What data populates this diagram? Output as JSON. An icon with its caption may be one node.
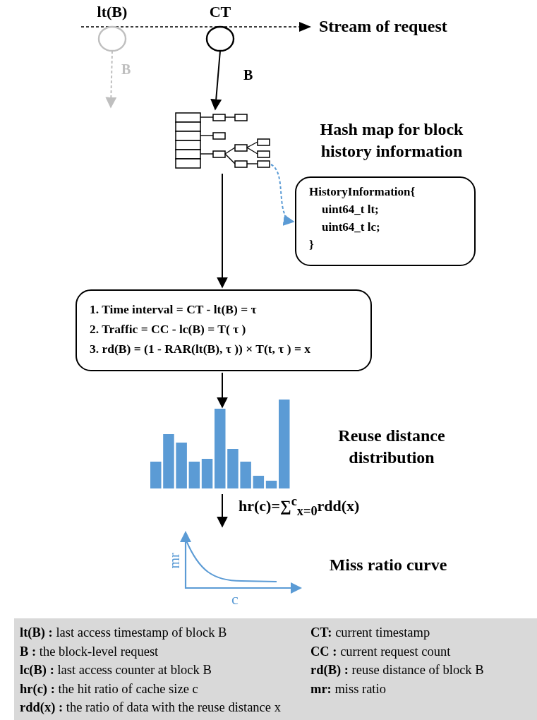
{
  "diagram": {
    "nodes": [
      {
        "text": [
          "lt(B)"
        ]
      },
      {
        "text": [
          "CT"
        ]
      },
      {
        "text": [],
        "shape": "picture"
      },
      {
        "text": [
          "HistoryInformation{",
          "uint64_t lt;",
          "uint64_t lc;",
          "}"
        ]
      },
      {
        "text": [
          "1. Time interval = CT  -  lt(B) = τ",
          "2. Traffic = CC - lc(B) = T( τ )",
          "3. rd(B) = (1 - RAR(lt(B), τ )) × T(t, τ ) = x"
        ]
      },
      {
        "text": [],
        "shape": "picture"
      },
      {
        "text": [
          "mr",
          "c"
        ]
      }
    ],
    "edges": [
      {
        "from": 0,
        "to": null,
        "arrow": "to",
        "label": "B",
        "style": "dashed",
        "color": "#bfbfbf"
      },
      {
        "from": 1,
        "to": 2,
        "arrow": "to",
        "label": "B"
      },
      {
        "from": 2,
        "to": 3,
        "arrow": "to",
        "style": "dashed",
        "color": "#5b9bd5"
      },
      {
        "from": 2,
        "to": 4,
        "arrow": "to"
      },
      {
        "from": 4,
        "to": 5,
        "arrow": "to"
      },
      {
        "from": 5,
        "to": 6,
        "arrow": "to",
        "label": "hr(c)=∑$^{c}$$_{x=0}$rdd(x)"
      }
    ],
    "labels": [
      "Stream of request",
      "Hash map for block history information",
      "Reuse distance distribution",
      "Miss ratio curve",
      "**lt(B) :** last access timestamp of block B",
      "**CT:** current timestamp",
      "**B :** the block-level request",
      "**CC :** current request count",
      "**lc(B) :** last access counter at block B",
      "**rd(B) :** reuse distance of block B",
      "**hr(c) :** the hit ratio of cache size c",
      "**mr:** miss ratio",
      "**rdd(x) :** the ratio of data with the reuse distance x"
    ]
  }
}
